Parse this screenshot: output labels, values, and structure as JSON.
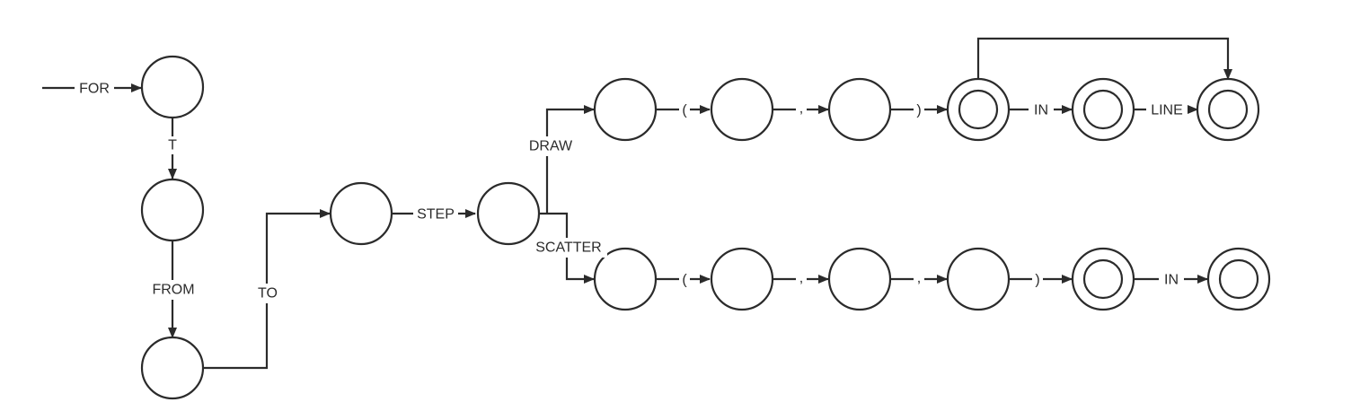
{
  "diagram": {
    "labels": {
      "for": "FOR",
      "t": "T",
      "from": "FROM",
      "to": "TO",
      "step": "STEP",
      "draw": "DRAW",
      "scatter": "SCATTER",
      "draw_lparen": "(",
      "draw_comma": ",",
      "draw_rparen": ")",
      "draw_in": "IN",
      "draw_line": "LINE",
      "scatter_lparen": "(",
      "scatter_comma1": ",",
      "scatter_comma2": ",",
      "scatter_rparen": ")",
      "scatter_in": "IN"
    },
    "colors": {
      "stroke": "#2b2b2b",
      "background": "#ffffff"
    }
  }
}
